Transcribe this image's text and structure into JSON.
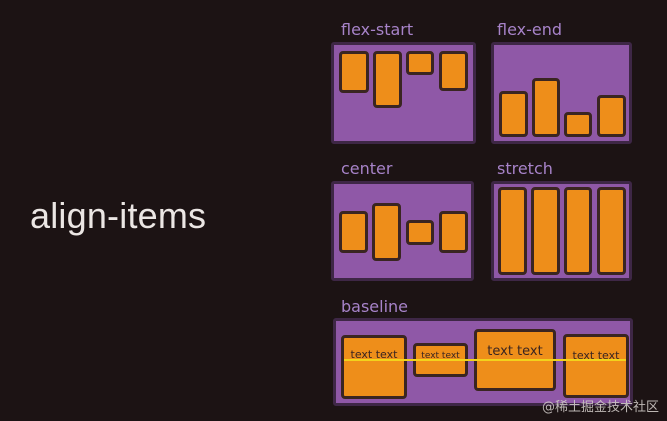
{
  "title": "align-items",
  "panels": {
    "flex_start": {
      "label": "flex-start"
    },
    "flex_end": {
      "label": "flex-end"
    },
    "center": {
      "label": "center"
    },
    "stretch": {
      "label": "stretch"
    },
    "baseline": {
      "label": "baseline",
      "item_text": [
        "text text",
        "text text",
        "text text",
        "text text"
      ]
    }
  },
  "watermark": "@稀土掘金技术社区",
  "colors": {
    "background": "#1c1314",
    "panel": "#8f58a7",
    "item": "#ee8e1a",
    "label": "#a783c9",
    "baseline": "#f2d21c"
  }
}
